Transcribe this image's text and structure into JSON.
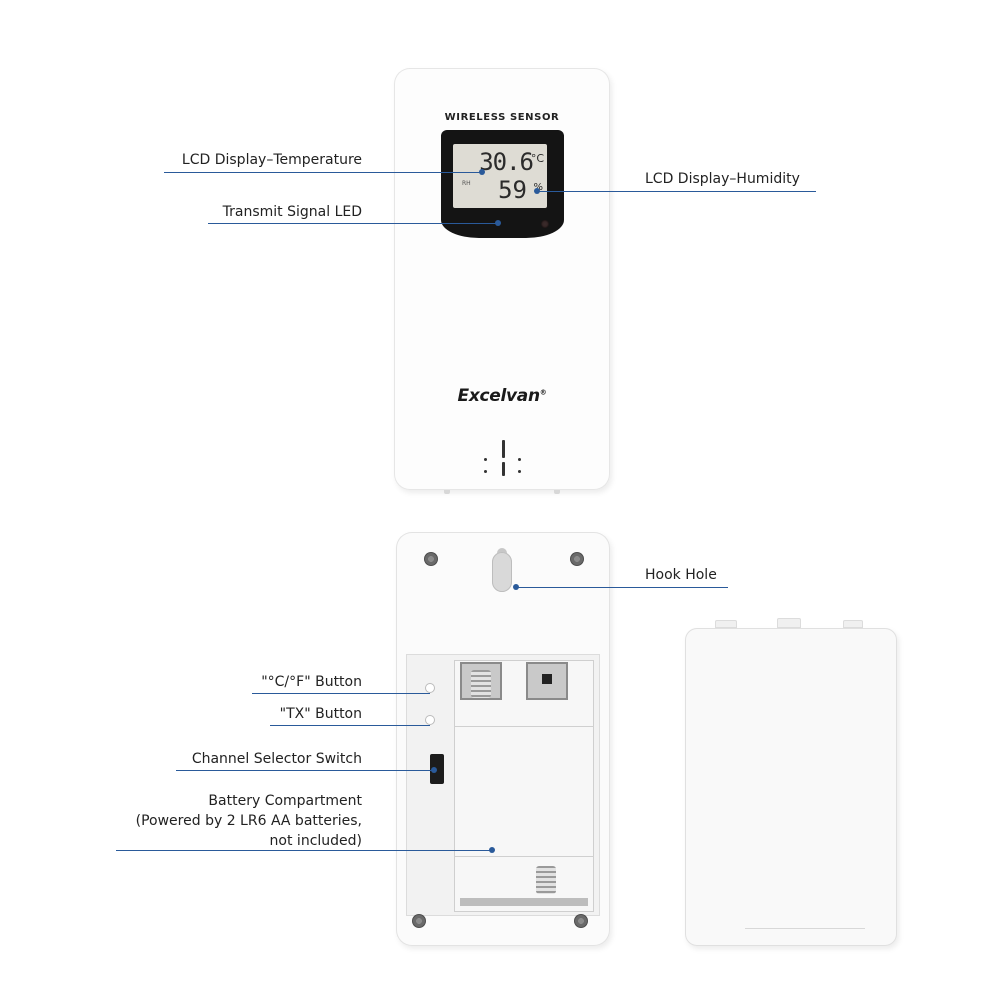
{
  "sensor": {
    "panel_title": "WIRELESS SENSOR",
    "lcd": {
      "temperature": "30.6",
      "temperature_unit": "°C",
      "humidity": "59",
      "humidity_unit": "%",
      "rh_label": "RH"
    },
    "brand": "Excelvan",
    "brand_mark": "®"
  },
  "callouts": {
    "lcd_temperature": "LCD Display–Temperature",
    "transmit_led": "Transmit Signal LED",
    "lcd_humidity": "LCD Display–Humidity",
    "hook_hole": "Hook Hole",
    "cf_button": "\"°C/°F\" Button",
    "tx_button": "\"TX\" Button",
    "channel_switch": "Channel Selector Switch",
    "battery_line1": "Battery Compartment",
    "battery_line2": "(Powered by 2 LR6 AA batteries,",
    "battery_line3": "not included)"
  },
  "colors": {
    "callout_line": "#2a5a9a",
    "lcd_background": "#dedcd4",
    "bezel": "#141414"
  }
}
